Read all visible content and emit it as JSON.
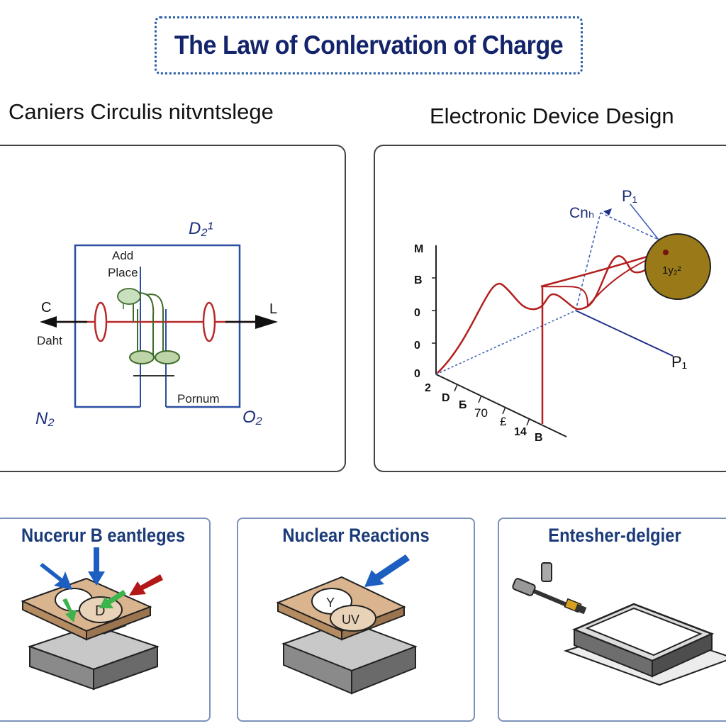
{
  "title": "The Law of Conlervation of Charge",
  "left_section": {
    "heading": "Caniers Circulis nitvntslege",
    "labels": {
      "top_right": "D₂¹",
      "add": "Add",
      "place": "Place",
      "left_arrow": "C",
      "right_arrow": "L",
      "daht": "Daht",
      "pornum": "Pornum",
      "bottom_left": "N₂",
      "bottom_right": "O₂"
    }
  },
  "right_section": {
    "heading": "Electronic Device Design",
    "y_ticks": [
      "M",
      "B",
      "0",
      "0",
      "0"
    ],
    "x_ticks": [
      "2",
      "D",
      "Б",
      "70",
      "£",
      "14",
      "B"
    ],
    "labels": {
      "cn": "Cnₕ",
      "p1_top": "P₁",
      "p1_right": "P₁",
      "circle": "1y₂²"
    }
  },
  "cards": [
    {
      "title": "Nucerur B eantleges",
      "plate_text": "D"
    },
    {
      "title": "Nuclear Reactions",
      "plate_text": "UV",
      "plate_text_2": "Y"
    },
    {
      "title": "Entesher-delgier"
    }
  ],
  "colors": {
    "title_text": "#14246b",
    "title_border": "#2a5fa8",
    "circuit_blue": "#2b4fa0",
    "circuit_red": "#b82a2a",
    "circuit_green": "#3f6b2a",
    "graph_red": "#b32020",
    "graph_blue": "#1f2f8a",
    "circle_fill": "#9a7a18",
    "card_title": "#1b3a78",
    "plate": "#d9b48f",
    "arrow_blue": "#1c5fc0",
    "arrow_red": "#b31818",
    "arrow_green": "#3cb44b"
  }
}
